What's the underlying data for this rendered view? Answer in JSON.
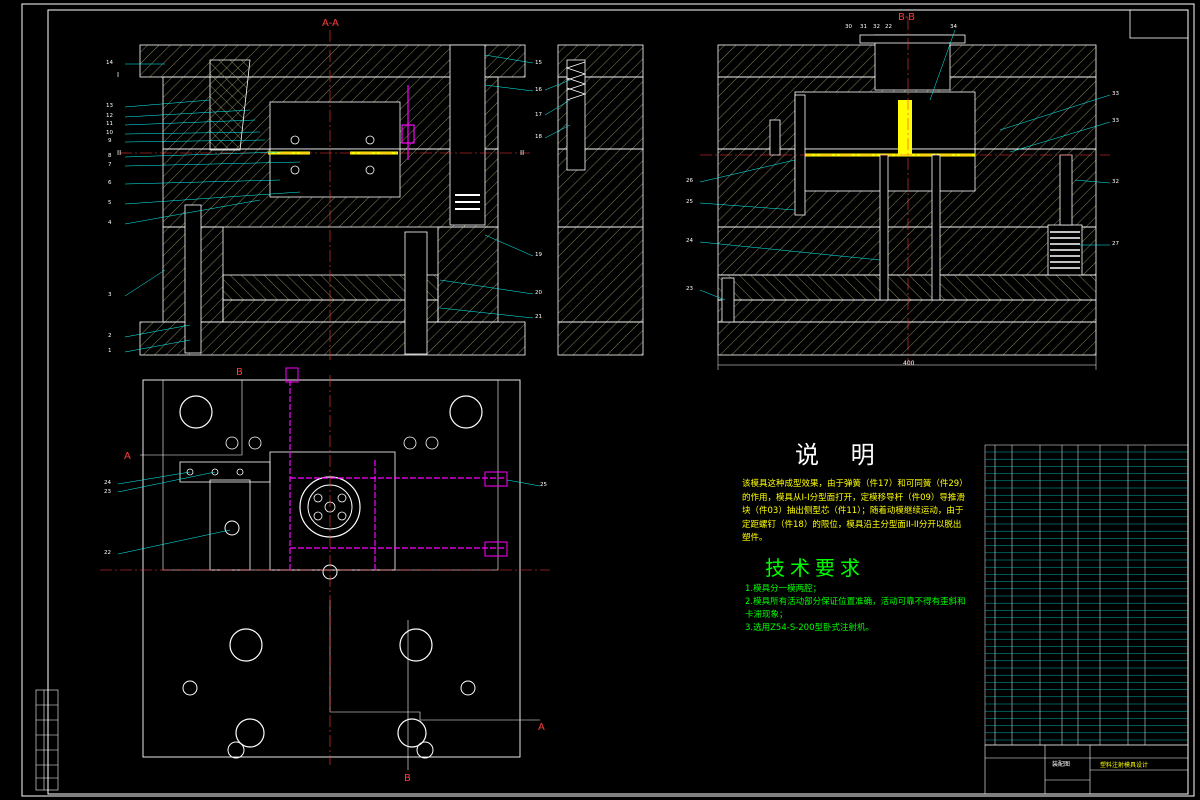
{
  "section_labels": {
    "aa": "A-A",
    "bb": "B-B",
    "a_mark": "A",
    "b_mark": "B"
  },
  "parting_marks": {
    "i": "I",
    "ii": "II",
    "ii_right": "II"
  },
  "left_part_numbers": [
    "14",
    "13",
    "12",
    "11",
    "10",
    "9",
    "8",
    "7",
    "6",
    "5",
    "4",
    "3",
    "2",
    "1"
  ],
  "right_part_numbers_aa": [
    "15",
    "16",
    "17",
    "18",
    "19",
    "20",
    "21"
  ],
  "top_part_numbers_bb": [
    "30",
    "31",
    "32",
    "33",
    "34",
    "33",
    "32",
    "27",
    "26",
    "25",
    "24",
    "23",
    "22"
  ],
  "plan_part_numbers": [
    "24",
    "23",
    "22",
    "25"
  ],
  "notes": {
    "title": "说 明",
    "body": "该模具这种成型效果，由于弹簧（件17）和可同簧（件29）的作用，模具从I-I分型面打开，定模移导杆（件09）导推滑块（件03）抽出侧型芯（件11）；随着动模继续运动，由于定距螺钉（件18）的限位，模具沿主分型面II-II分开以脱出塑件。"
  },
  "requirements": {
    "title": "技术要求",
    "items": [
      "1.模具分一模两腔；",
      "2.模具所有活动部分保证位置准确，活动可靠不得有歪斜和卡滞现象；",
      "3.选用Z54-S-200型卧式注射机。"
    ]
  },
  "dimension_text": "400",
  "title_block": {
    "design_title": "塑料注射模具设计",
    "drawing_name": "装配图"
  }
}
